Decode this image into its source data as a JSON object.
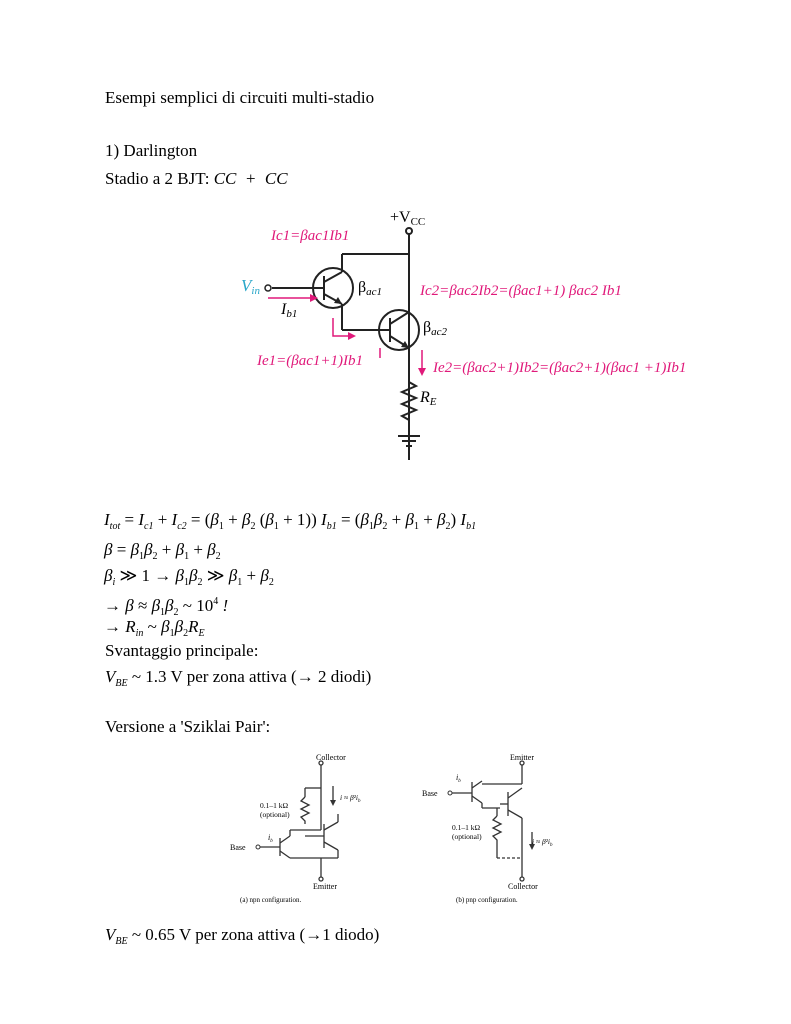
{
  "title": "Esempi semplici di circuiti multi-stadio",
  "section1": "1) Darlington",
  "stage": {
    "prefix": "Stadio a 2 BJT: ",
    "formula": "CC  +  CC"
  },
  "darlington_fig": {
    "vcc": "+V",
    "vcc_sub": "CC",
    "vin": "V",
    "vin_sub": "in",
    "ib1": "I",
    "ib1_sub": "b1",
    "beta1": "β",
    "beta1_sub": "ac1",
    "beta2": "β",
    "beta2_sub": "ac2",
    "re": "R",
    "re_sub": "E",
    "ic1_eq": "Ic1=βac1Ib1",
    "ic2_eq": "Ic2=βac2Ib2=(βac1+1) βac2 Ib1",
    "ie1_eq": "Ie1=(βac1+1)Ib1",
    "ie2_eq": "Ie2=(βac2+1)Ib2=(βac2+1)(βac1 +1)Ib1"
  },
  "equations": {
    "eq1": "Itot = Ic1 + Ic2 = (β1 + β2 (β1 + 1)) Ib1 = (β1β2 + β1 + β2) Ib1",
    "eq2": "β = β1β2 + β1 + β2",
    "eq3": "βi ≫ 1 → β1β2 ≫ β1 + β2",
    "eq4": "→ β ≈ β1β2 ~ 10^4 !",
    "eq5": "→ Rin ~ β1β2RE"
  },
  "svantaggio": "Svantaggio principale:",
  "vbe1": {
    "value": "~ 1.3 V",
    "text": " per zona attiva (",
    "tail": " 2 diodi)"
  },
  "sziklai": "Versione a 'Sziklai Pair':",
  "fig_a": {
    "collector": "Collector",
    "emitter": "Emitter",
    "base": "Base",
    "resistor": "0.1–1 kΩ",
    "optional": "(optional)",
    "ib": "i",
    "current": "i ≈ β²i",
    "caption": "(a) npn configuration."
  },
  "fig_b": {
    "emitter": "Emitter",
    "collector": "Collector",
    "base": "Base",
    "resistor": "0.1–1 kΩ",
    "optional": "(optional)",
    "ib": "i",
    "current": "i ≈ β²i",
    "caption": "(b) pnp configuration."
  },
  "vbe2": {
    "value": "~ 0.65 V",
    "text": " per zona attiva (",
    "tail": "1 diodo)"
  }
}
